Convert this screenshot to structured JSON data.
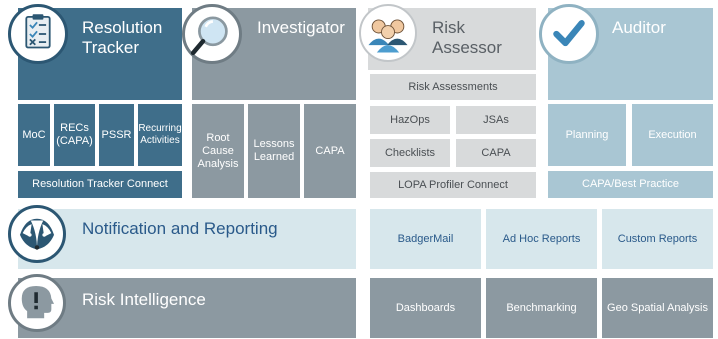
{
  "resolution_tracker": {
    "title_line1": "Resolution",
    "title_line2": "Tracker",
    "modules": {
      "moc": "MoC",
      "recs_line1": "RECs",
      "recs_line2": "(CAPA)",
      "pssr": "PSSR",
      "recurring_line1": "Recurring",
      "recurring_line2": "Activities"
    },
    "connect": "Resolution Tracker Connect"
  },
  "investigator": {
    "title": "Investigator",
    "modules": {
      "rca_line1": "Root",
      "rca_line2": "Cause",
      "rca_line3": "Analysis",
      "lessons_line1": "Lessons",
      "lessons_line2": "Learned",
      "capa": "CAPA"
    }
  },
  "risk_assessor": {
    "title_line1": "Risk",
    "title_line2": "Assessor",
    "modules": {
      "risk_assessments": "Risk Assessments",
      "hazops": "HazOps",
      "jsas": "JSAs",
      "checklists": "Checklists",
      "capa": "CAPA",
      "lopa": "LOPA Profiler Connect"
    }
  },
  "auditor": {
    "title": "Auditor",
    "modules": {
      "planning": "Planning",
      "execution": "Execution",
      "capa_best": "CAPA/Best Practice"
    }
  },
  "notification": {
    "title": "Notification and Reporting",
    "modules": {
      "badgermail": "BadgerMail",
      "adhoc": "Ad Hoc Reports",
      "custom": "Custom Reports"
    }
  },
  "risk_intelligence": {
    "title": "Risk Intelligence",
    "modules": {
      "dashboards": "Dashboards",
      "benchmarking": "Benchmarking",
      "geospatial": "Geo Spatial Analysis"
    }
  },
  "colors": {
    "dark_blue": "#3f6e8a",
    "gray": "#8c99a1",
    "light_gray": "#d8dadb",
    "light_blue": "#a9c6d3",
    "pale_blue": "#d7e7ec"
  },
  "icons": [
    "clipboard-checklist-icon",
    "magnifier-icon",
    "people-group-icon",
    "checkmark-icon",
    "badger-icon",
    "head-alert-icon"
  ]
}
